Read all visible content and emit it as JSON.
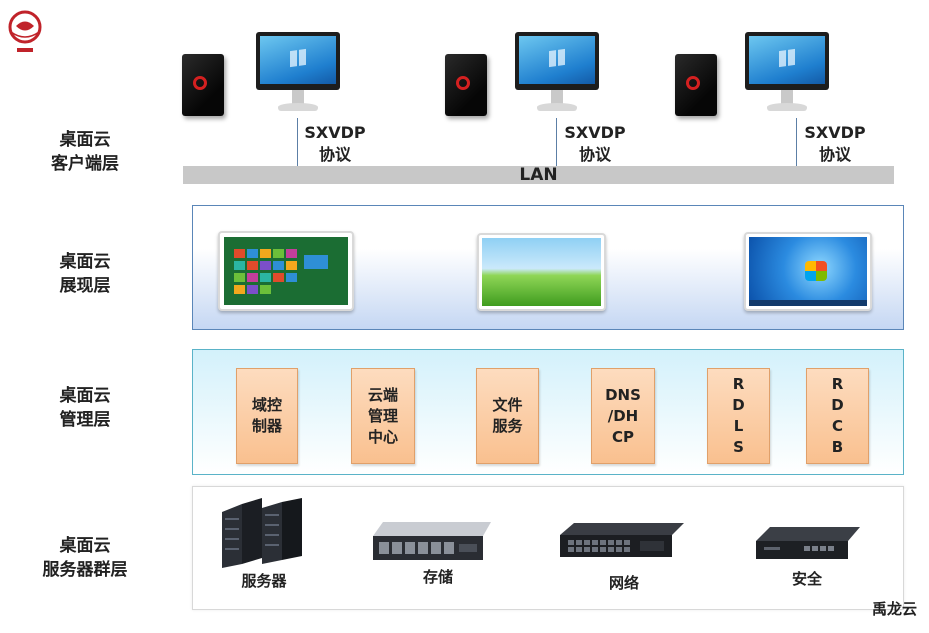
{
  "logo": {
    "icon": "brand-seal-icon",
    "color": "#c0232a"
  },
  "layers": {
    "client": {
      "line1": "桌面云",
      "line2": "客户端层"
    },
    "presentation": {
      "line1": "桌面云",
      "line2": "展现层"
    },
    "management": {
      "line1": "桌面云",
      "line2": "管理层"
    },
    "server": {
      "line1": "桌面云",
      "line2": "服务器群层"
    }
  },
  "client_protocols": [
    {
      "name": "SXVDP",
      "sub": "协议"
    },
    {
      "name": "SXVDP",
      "sub": "协议"
    },
    {
      "name": "SXVDP",
      "sub": "协议"
    }
  ],
  "lan_label": "LAN",
  "presentation_screens": [
    "windows-8-start-screen-icon",
    "meadow-wallpaper-icon",
    "windows-7-desktop-icon"
  ],
  "management_modules": [
    {
      "label": "域控\n制器"
    },
    {
      "label": "云端\n管理\n中心"
    },
    {
      "label": "文件\n服务"
    },
    {
      "label": "DNS\n/DH\nCP"
    },
    {
      "label": "R\nD\nL\nS"
    },
    {
      "label": "R\nD\nC\nB"
    }
  ],
  "server_items": [
    {
      "label": "服务器",
      "icon": "server-cluster-icon"
    },
    {
      "label": "存储",
      "icon": "storage-rack-icon"
    },
    {
      "label": "网络",
      "icon": "network-switch-icon"
    },
    {
      "label": "安全",
      "icon": "security-appliance-icon"
    }
  ],
  "watermark": "禹龙云",
  "colors": {
    "presentation_border": "#5a86b8",
    "management_border": "#5ab3c8",
    "module_fill": "#f9c08f",
    "lan_bar": "#c8c8c8"
  }
}
